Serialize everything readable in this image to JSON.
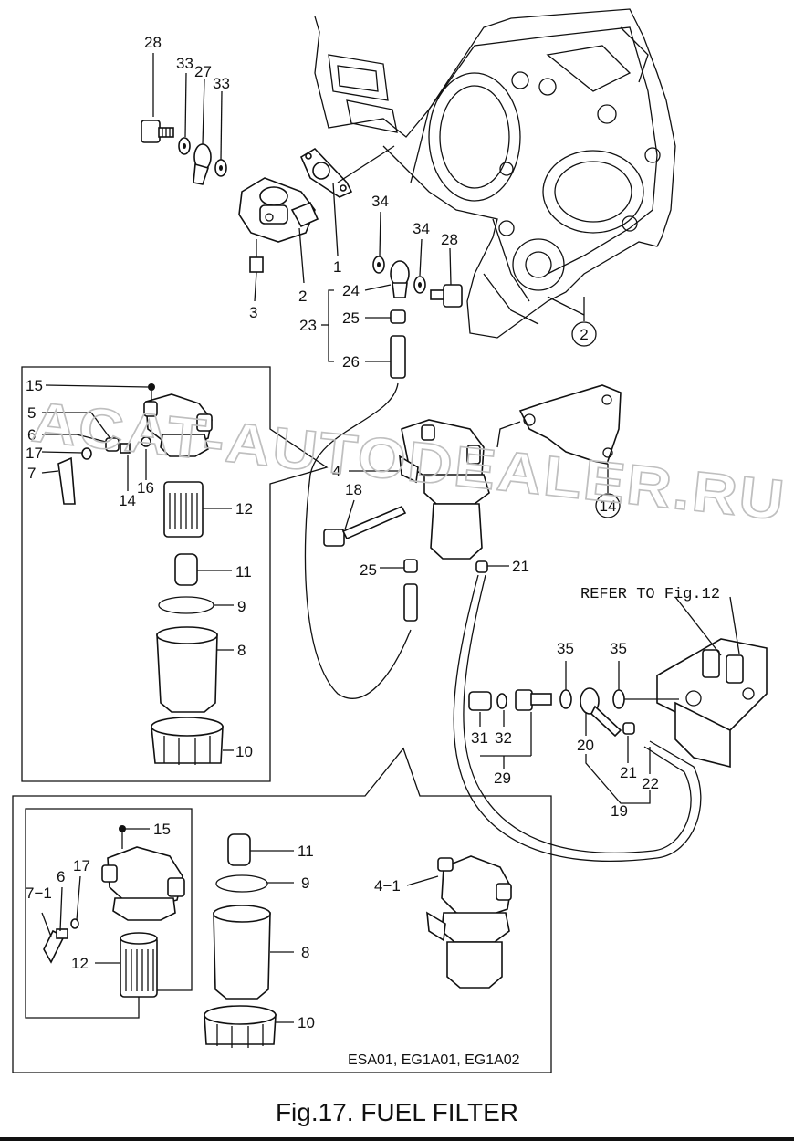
{
  "figure": {
    "title": "Fig.17.  FUEL FILTER",
    "watermark": "ACAT-AUTODEALER.RU",
    "refer_note": "REFER TO Fig.12",
    "inset_models": "ESA01, EG1A01, EG1A02"
  },
  "callouts": {
    "c28a": "28",
    "c33a": "33",
    "c27": "27",
    "c33b": "33",
    "c34a": "34",
    "c34b": "34",
    "c28b": "28",
    "c1": "1",
    "c2": "2",
    "c3": "3",
    "c24": "24",
    "c23": "23",
    "c25a": "25",
    "c26": "26",
    "c2circ": "2",
    "c14circ": "14",
    "c4": "4",
    "c18": "18",
    "c25b": "25",
    "c21a": "21",
    "c35a": "35",
    "c35b": "35",
    "c31": "31",
    "c32": "32",
    "c29": "29",
    "c20": "20",
    "c21b": "21",
    "c22": "22",
    "c19": "19"
  },
  "left_inset": {
    "c15": "15",
    "c5": "5",
    "c6": "6",
    "c17": "17",
    "c7": "7",
    "c14": "14",
    "c16": "16",
    "c12": "12",
    "c11": "11",
    "c9": "9",
    "c8": "8",
    "c10": "10"
  },
  "bottom_inset": {
    "c15": "15",
    "c11": "11",
    "c9": "9",
    "c8": "8",
    "c10": "10",
    "c12": "12",
    "c7_1": "7−1",
    "c6": "6",
    "c17": "17",
    "c4_1": "4−1"
  },
  "colors": {
    "ink": "#111111",
    "watermark": "#bfbfbf"
  }
}
